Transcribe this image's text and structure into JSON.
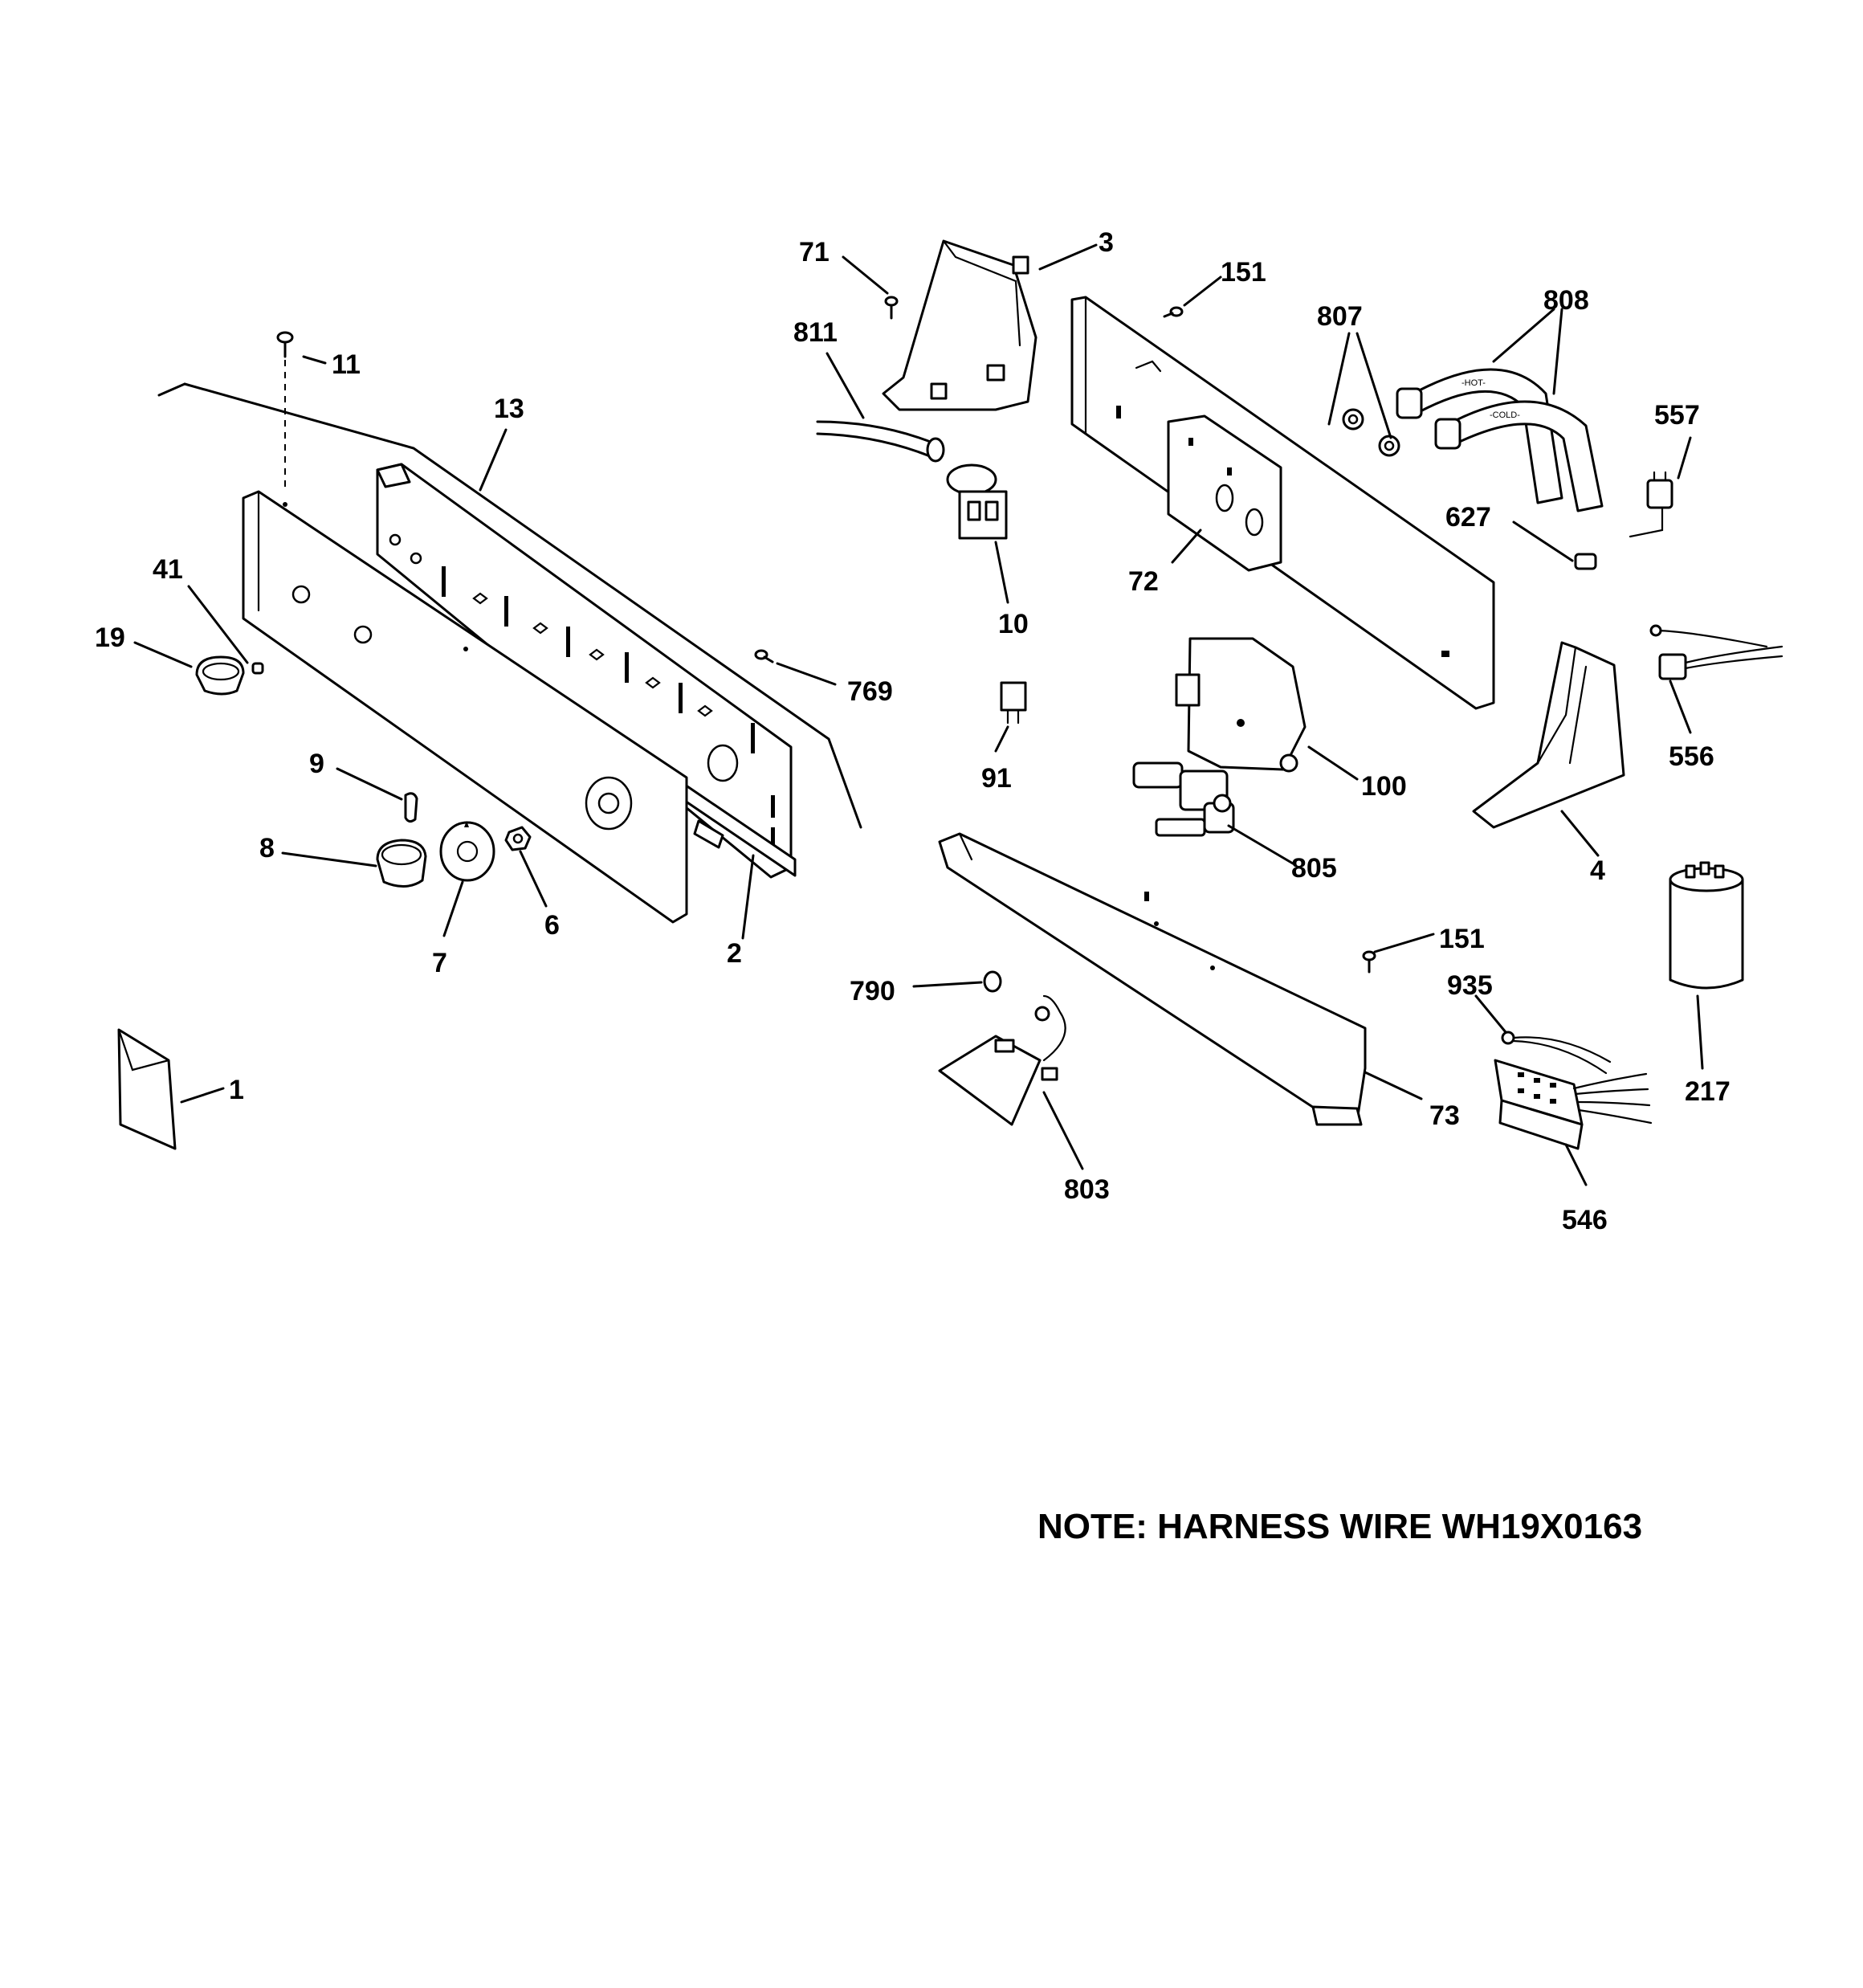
{
  "diagram": {
    "note": "NOTE: HARNESS WIRE WH19X0163",
    "hose_markings": {
      "hot": "-HOT-",
      "cold": "-COLD-"
    },
    "callouts": [
      "71",
      "3",
      "151",
      "807",
      "808",
      "811",
      "11",
      "13",
      "557",
      "627",
      "72",
      "10",
      "41",
      "19",
      "769",
      "556",
      "100",
      "91",
      "9",
      "8",
      "805",
      "4",
      "6",
      "7",
      "2",
      "151",
      "790",
      "935",
      "217",
      "1",
      "73",
      "803",
      "546"
    ],
    "colors": {
      "ink": "#000000",
      "paper": "#ffffff"
    }
  }
}
